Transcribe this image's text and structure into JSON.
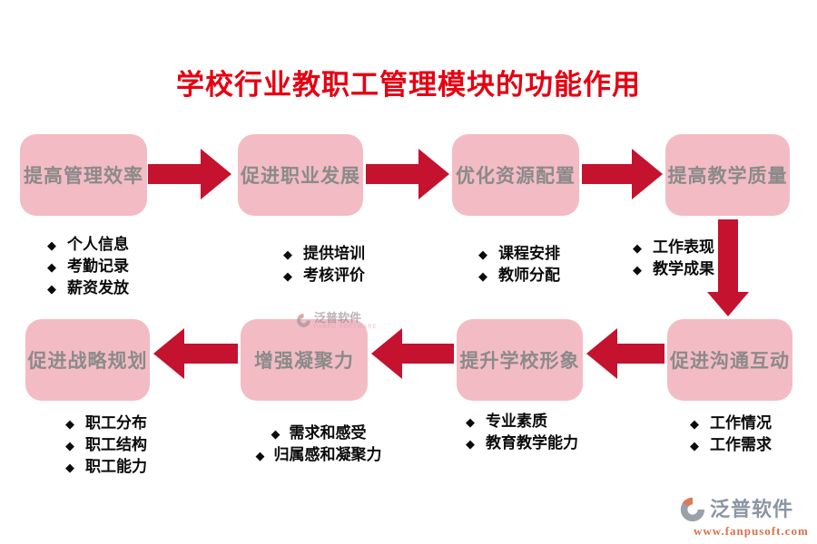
{
  "title": "学校行业教职工管理模块的功能作用",
  "bullet_char": "◆",
  "colors": {
    "title_red": "#e60012",
    "arrow_red": "#c4122f",
    "node_pink": "#f3bcc4",
    "node_text_gray": "#8a8a8a",
    "list_text_black": "#0b0b0b",
    "logo_gray": "#8b95a3",
    "logo_url_orange": "#d9714c"
  },
  "top_flow": {
    "boxes": [
      {
        "label": "提高管理效率",
        "items": [
          "个人信息",
          "考勤记录",
          "薪资发放"
        ]
      },
      {
        "label": "促进职业发展",
        "items": [
          "提供培训",
          "考核评价"
        ]
      },
      {
        "label": "优化资源配置",
        "items": [
          "课程安排",
          "教师分配"
        ]
      },
      {
        "label": "提高教学质量",
        "items": [
          "工作表现",
          "教学成果"
        ]
      }
    ]
  },
  "bottom_flow": {
    "boxes": [
      {
        "label": "促进战略规划",
        "items": [
          "职工分布",
          "职工结构",
          "职工能力"
        ]
      },
      {
        "label": "增强凝聚力",
        "items": [
          "需求和感受",
          "归属感和凝聚力"
        ]
      },
      {
        "label": "提升学校形象",
        "items": [
          "专业素质",
          "教育教学能力"
        ]
      },
      {
        "label": "促进沟通互动",
        "items": [
          "工作情况",
          "工作需求"
        ]
      }
    ]
  },
  "watermark": {
    "name": "泛普软件",
    "subtitle": "FANPU SOFTWARE"
  },
  "logo": {
    "name": "泛普软件",
    "url": "www.fanpusoft.com"
  }
}
